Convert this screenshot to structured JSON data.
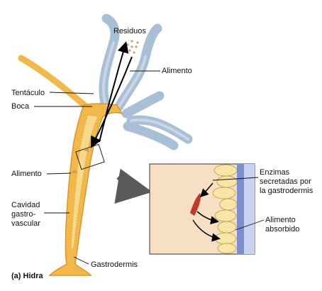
{
  "labels": {
    "residuos": "Residuos",
    "alimento_top": "Alimento",
    "tentaculo": "Tentáculo",
    "boca": "Boca",
    "alimento_left": "Alimento",
    "cavidad": "Cavidad",
    "gastro": "gastro-",
    "vascular": "vascular",
    "gastrodermis": "Gastrodermis",
    "enzimas_1": "Enzimas",
    "enzimas_2": "secretadas por",
    "enzimas_3": "la gastrodermis",
    "absorbido_1": "Alimento",
    "absorbido_2": "absorbido"
  },
  "caption": "(a) Hidra",
  "colors": {
    "body": "#f2b94a",
    "body_inner": "#f8d98a",
    "tentacle": "#a9bfd6",
    "inset_bg": "#f6dfc2",
    "mesoglea": "#7d8ed0",
    "food": "#c0392b",
    "arrow_gray": "#5a5a5a"
  }
}
